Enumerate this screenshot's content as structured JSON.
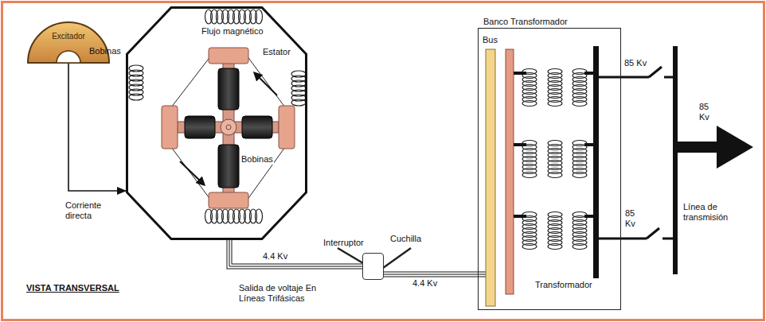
{
  "diagram": {
    "nodes": [
      {
        "text": [
          "Excitador"
        ]
      },
      {
        "text": [
          "Estator"
        ]
      },
      {
        "text": [
          "Interruptor"
        ]
      },
      {
        "text": [
          "Banco Transformador"
        ]
      }
    ],
    "edges": [
      {
        "from": 0,
        "to": 1,
        "arrow": "to",
        "label": "Corriente directa"
      },
      {
        "from": 1,
        "to": 2,
        "arrow": "none",
        "label": "4.4 Kv"
      },
      {
        "from": 2,
        "to": 3,
        "arrow": "none",
        "label": "4.4 Kv"
      }
    ],
    "labels": [
      "Flujo magnético",
      "Bobinas",
      "Bobinas",
      "Cuchilla",
      "Salida de voltaje En Líneas Trifásicas",
      "VISTA TRANSVERSAL",
      "Bus",
      "Transformador",
      "85 Kv",
      "85 Kv",
      "85 Kv",
      "Línea de transmisión"
    ]
  }
}
